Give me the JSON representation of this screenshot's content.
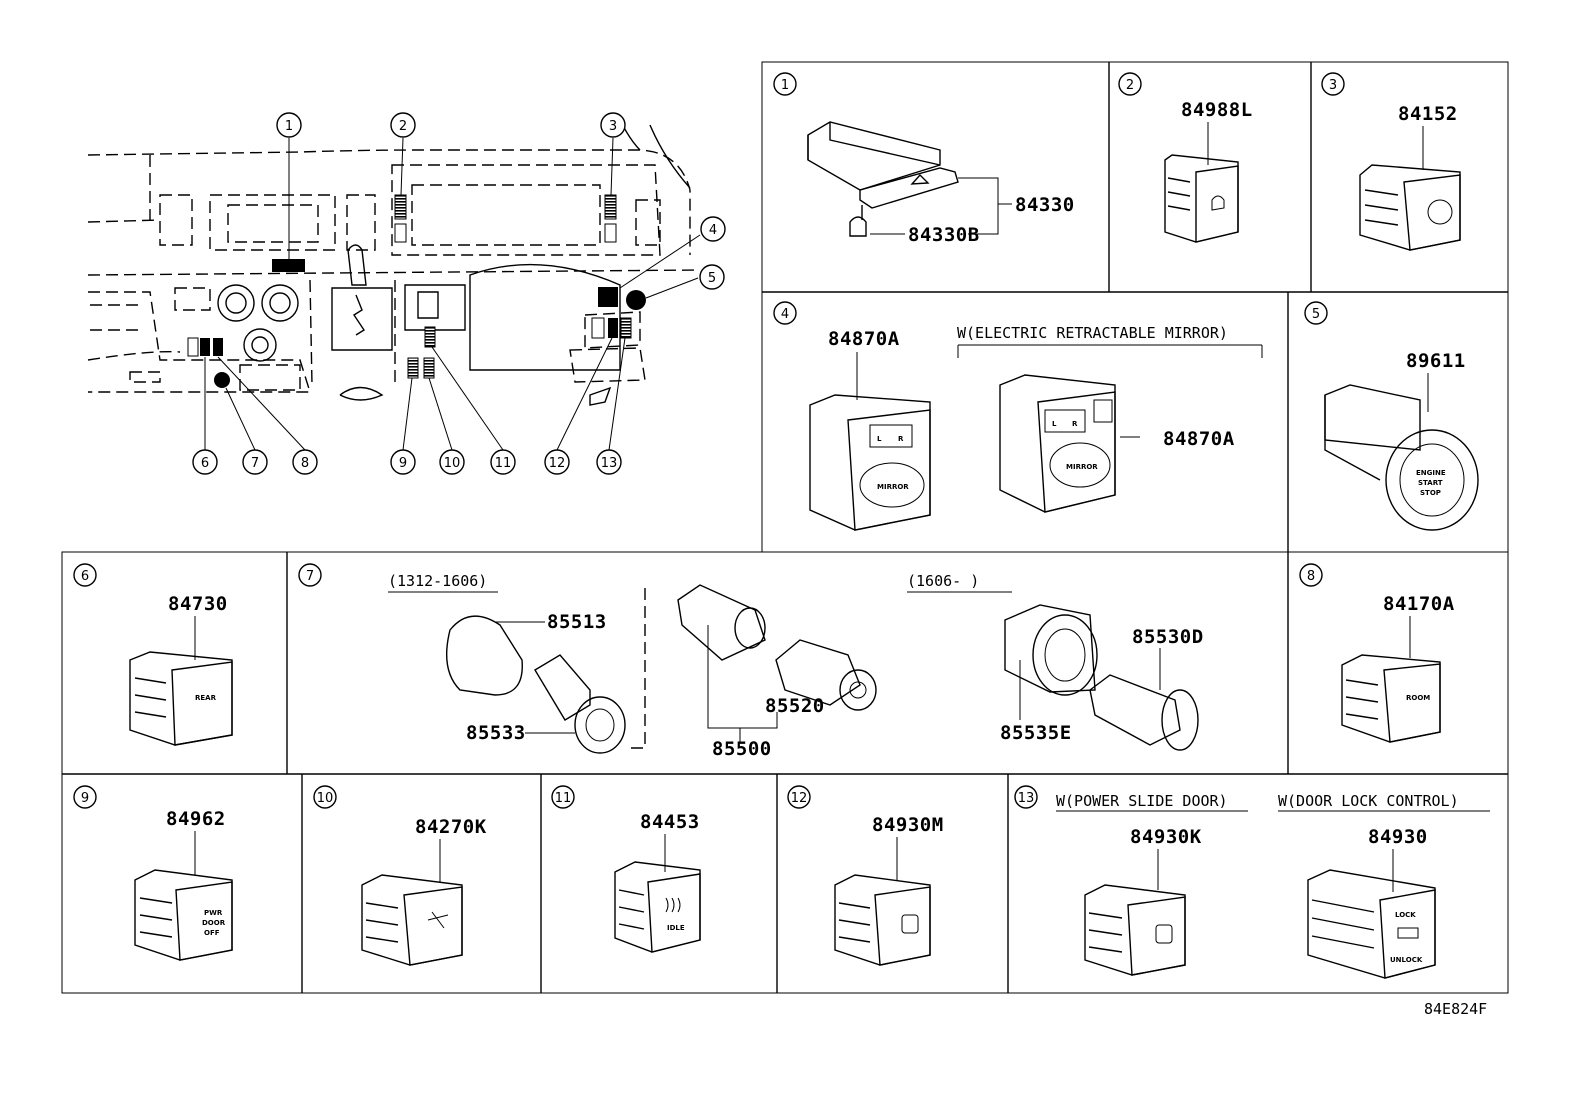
{
  "diagram_code": "84E824F",
  "callouts": [
    "1",
    "2",
    "3",
    "4",
    "5",
    "6",
    "7",
    "8",
    "9",
    "10",
    "11",
    "12",
    "13"
  ],
  "cells": {
    "c1": {
      "num": "1",
      "parts": [
        "84330",
        "84330B"
      ]
    },
    "c2": {
      "num": "2",
      "parts": [
        "84988L"
      ]
    },
    "c3": {
      "num": "3",
      "parts": [
        "84152"
      ]
    },
    "c4": {
      "num": "4",
      "parts": [
        "84870A",
        "84870A"
      ],
      "note": "W(ELECTRIC RETRACTABLE MIRROR)",
      "switch_text": [
        "L",
        "R",
        "MIRROR"
      ]
    },
    "c5": {
      "num": "5",
      "parts": [
        "89611"
      ],
      "switch_text": [
        "ENGINE",
        "START",
        "STOP"
      ]
    },
    "c6": {
      "num": "6",
      "parts": [
        "84730"
      ],
      "switch_text": [
        "REAR"
      ]
    },
    "c7": {
      "num": "7",
      "parts": [
        "85513",
        "85533",
        "85520",
        "85500",
        "85530D",
        "85535E"
      ],
      "notes": [
        "(1312-1606)",
        "(1606-     )"
      ]
    },
    "c8": {
      "num": "8",
      "parts": [
        "84170A"
      ],
      "switch_text": [
        "ROOM"
      ]
    },
    "c9": {
      "num": "9",
      "parts": [
        "84962"
      ],
      "switch_text": [
        "PWR",
        "DOOR",
        "OFF"
      ]
    },
    "c10": {
      "num": "10",
      "parts": [
        "84270K"
      ]
    },
    "c11": {
      "num": "11",
      "parts": [
        "84453"
      ],
      "switch_text": [
        "IDLE"
      ]
    },
    "c12": {
      "num": "12",
      "parts": [
        "84930M"
      ]
    },
    "c13": {
      "num": "13",
      "parts": [
        "84930K",
        "84930"
      ],
      "notes": [
        "W(POWER SLIDE DOOR)",
        "W(DOOR LOCK CONTROL)"
      ],
      "switch_text": [
        "LOCK",
        "UNLOCK"
      ]
    }
  }
}
